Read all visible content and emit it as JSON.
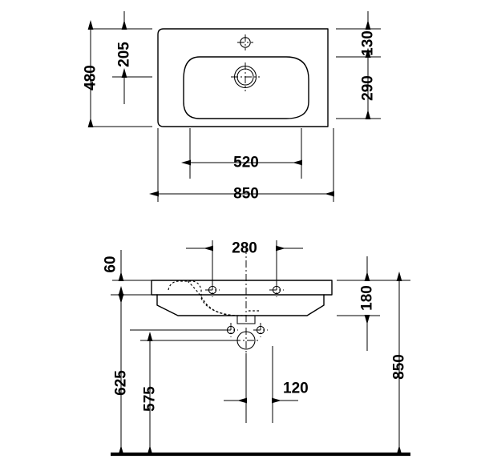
{
  "drawing": {
    "title": "Washbasin dimensional drawing",
    "units": "mm",
    "line_color": "#000000",
    "background_color": "#ffffff",
    "views": [
      {
        "name": "top-view",
        "label": ""
      },
      {
        "name": "front-view",
        "label": ""
      }
    ]
  },
  "dimensions": {
    "top_view": {
      "depth_total": "480",
      "depth_to_tap_hole": "205",
      "edge_to_bowl_front": "130",
      "bowl_depth": "290",
      "bowl_width": "520",
      "width_total": "850"
    },
    "front_view": {
      "tap_hole_spacing": "280",
      "rim_thickness": "60",
      "basin_height": "180",
      "floor_to_rim_top": "850",
      "floor_to_waste_center": "625",
      "floor_to_lower_holes": "575",
      "hole_offset": "120"
    }
  }
}
